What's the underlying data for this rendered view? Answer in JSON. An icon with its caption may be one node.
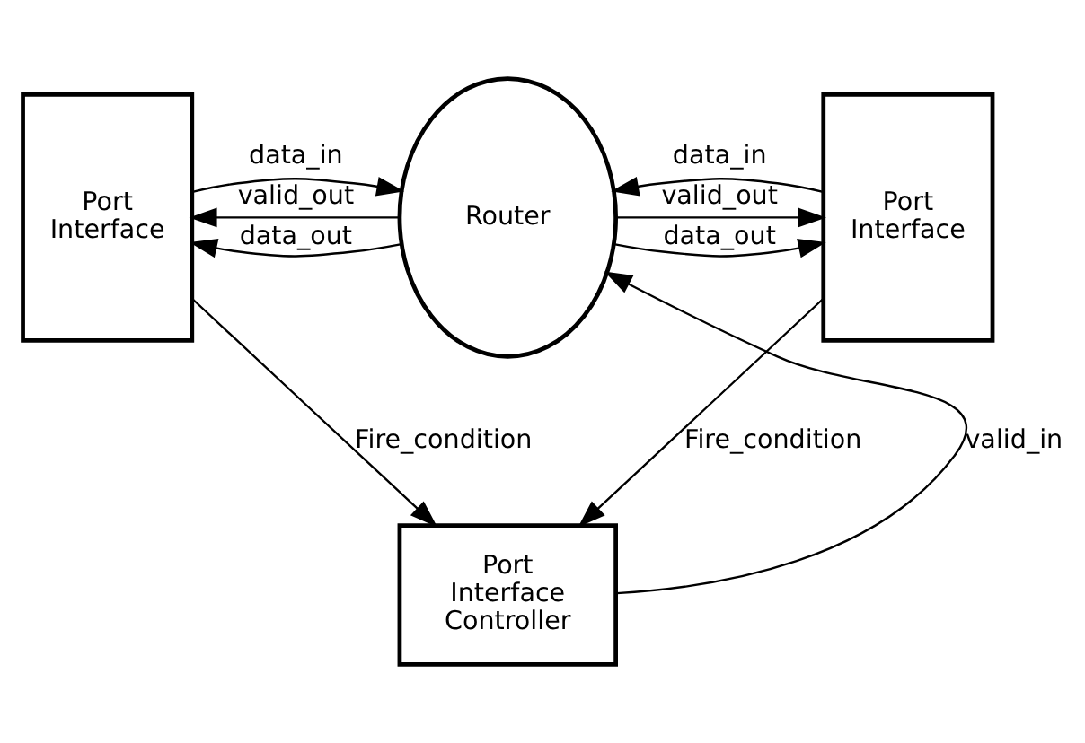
{
  "diagram": {
    "nodes": [
      {
        "text": [
          "Port Interface"
        ]
      },
      {
        "text": [
          "Router"
        ]
      },
      {
        "text": [
          "Port Interface"
        ]
      },
      {
        "text": [
          "Port Interface Controller"
        ]
      }
    ],
    "edges": [
      {
        "from": 0,
        "to": 1,
        "arrow": "to",
        "label": "data_in"
      },
      {
        "from": 2,
        "to": 1,
        "arrow": "to",
        "label": "data_in"
      },
      {
        "from": 1,
        "to": 0,
        "arrow": "to",
        "label": "data_out"
      },
      {
        "from": 1,
        "to": 2,
        "arrow": "to",
        "label": "data_out"
      },
      {
        "from": 1,
        "to": 0,
        "arrow": "to",
        "label": "valid_out"
      },
      {
        "from": 1,
        "to": 2,
        "arrow": "to",
        "label": "valid_out"
      },
      {
        "from": 3,
        "to": 1,
        "arrow": "to",
        "label": "valid_in"
      },
      {
        "from": 0,
        "to": 3,
        "arrow": "to",
        "label": "Fire_condition"
      },
      {
        "from": 2,
        "to": 3,
        "arrow": "to",
        "label": "Fire_condition"
      }
    ]
  }
}
